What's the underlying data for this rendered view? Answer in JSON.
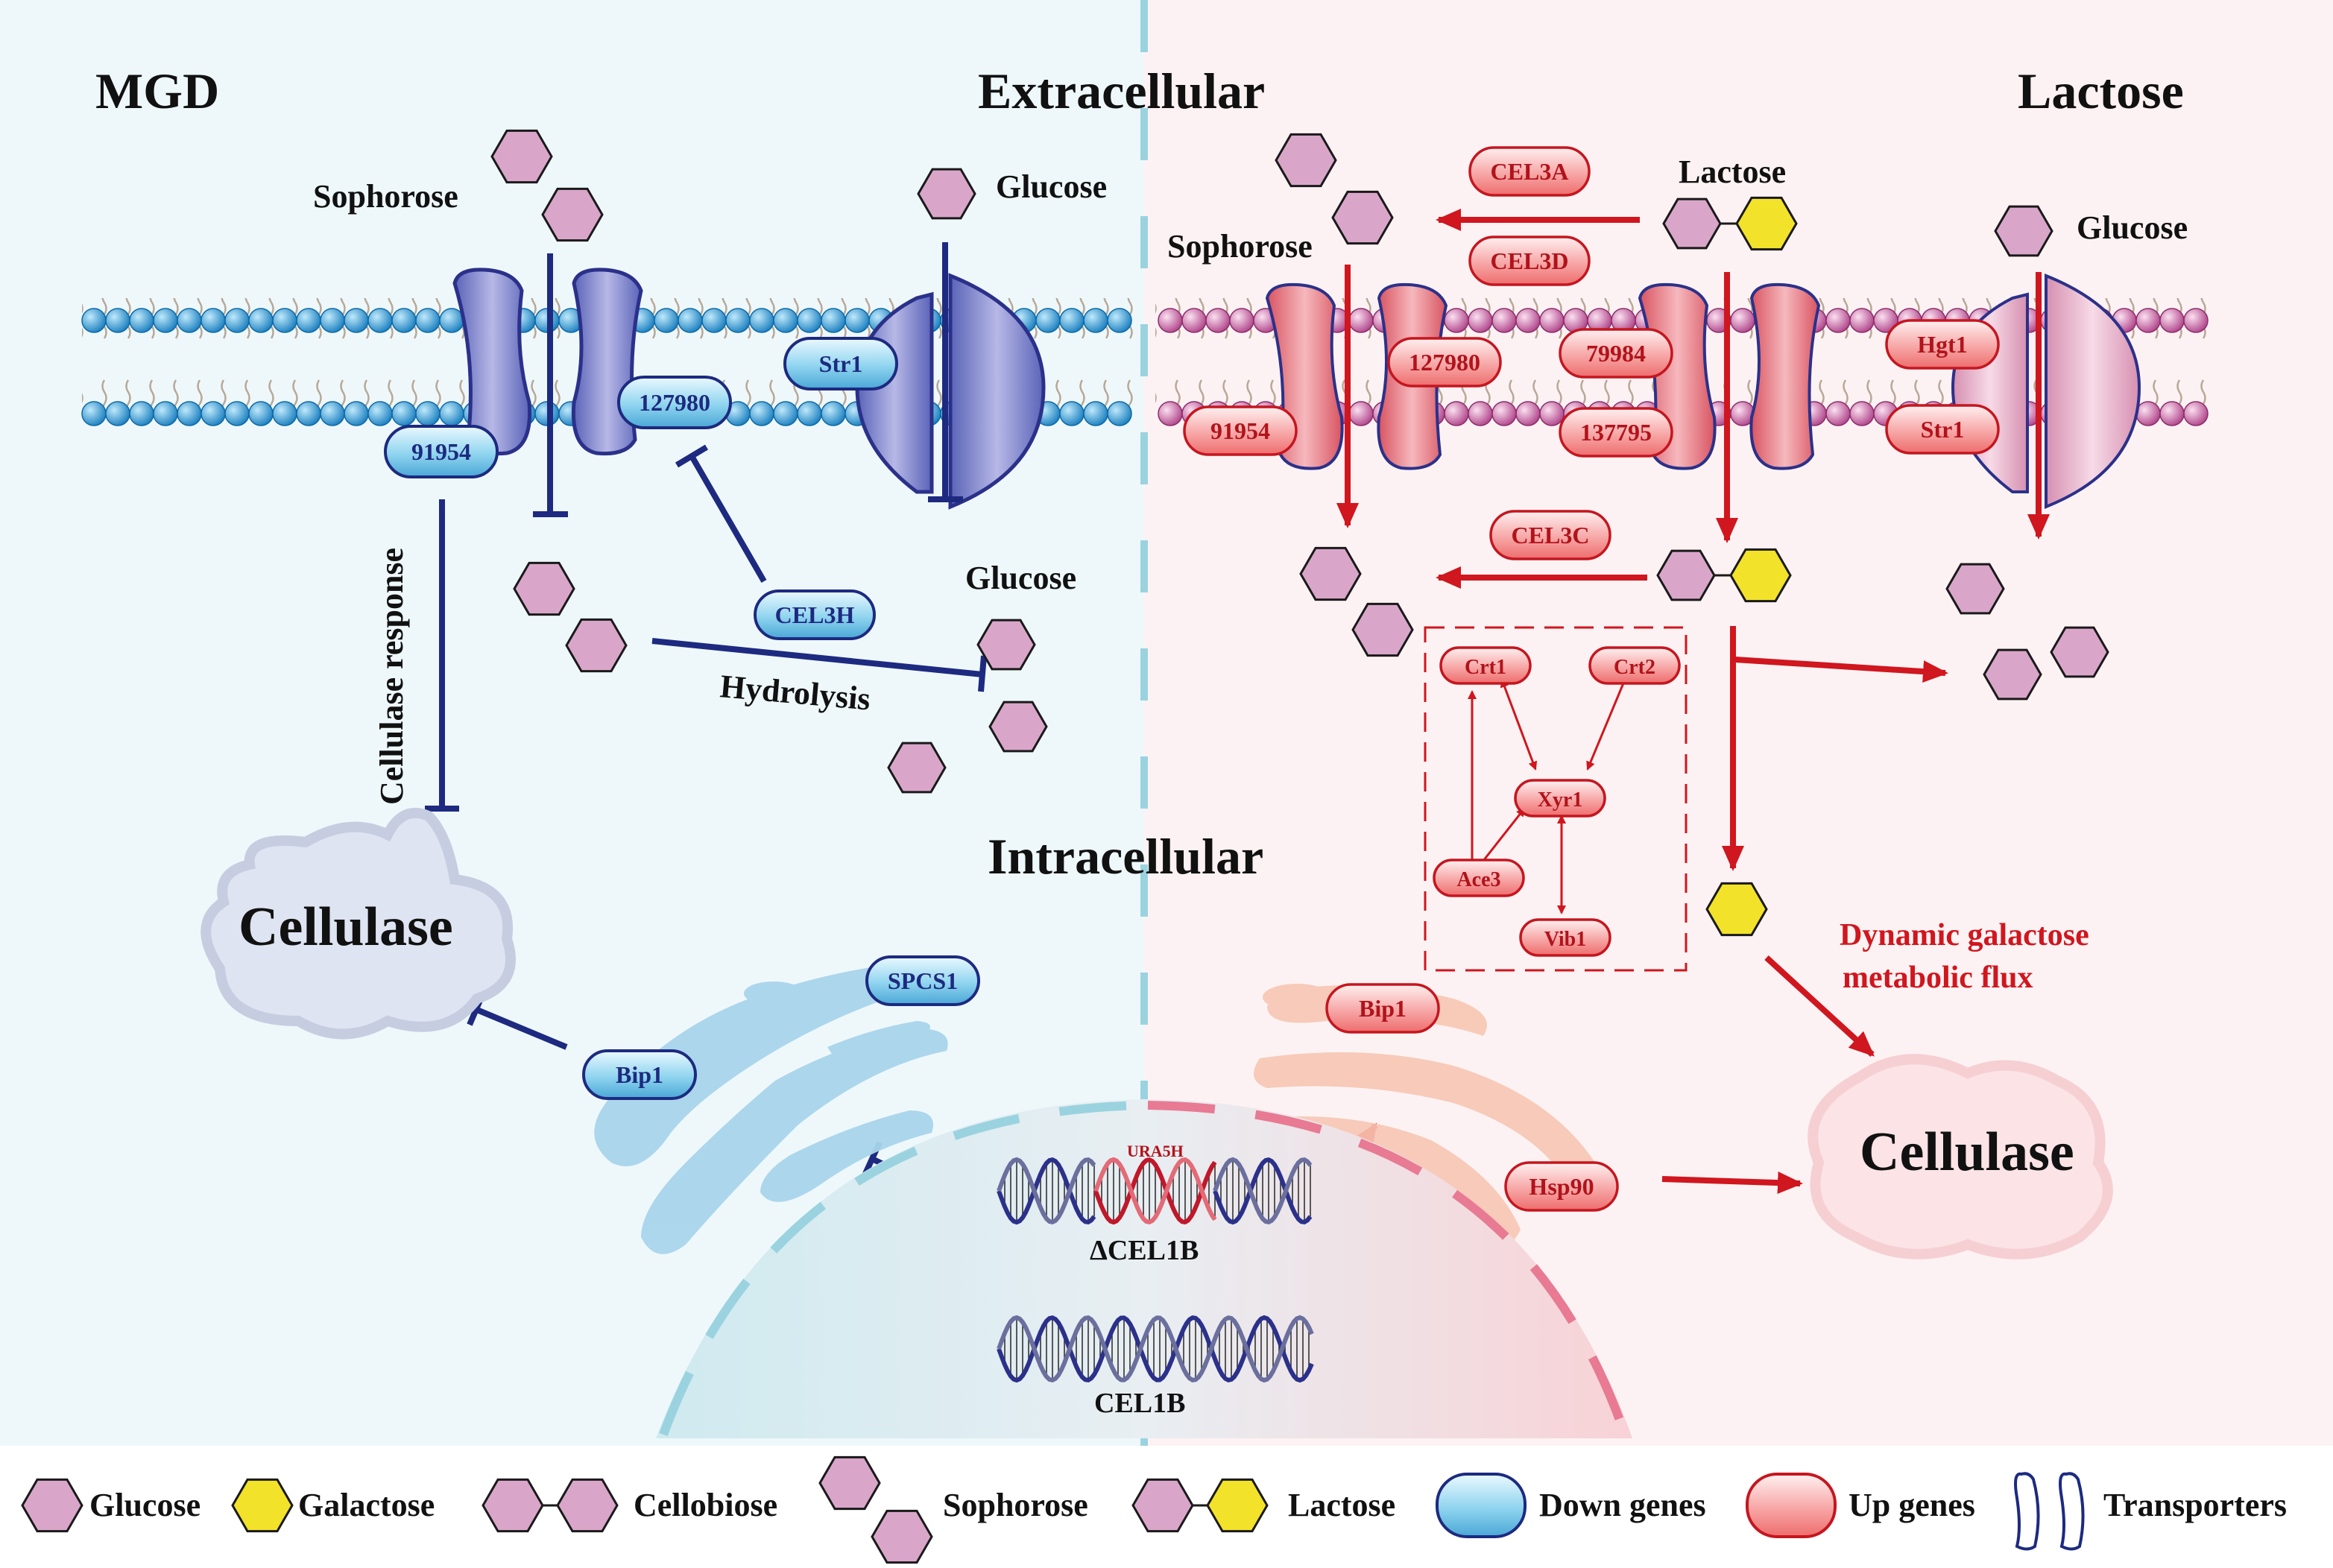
{
  "panels": {
    "left_title": "MGD",
    "center_top": "Extracellular",
    "right_title": "Lactose",
    "center_mid": "Intracellular"
  },
  "left": {
    "sophorose": "Sophorose",
    "glucose_top": "Glucose",
    "glucose_mid": "Glucose",
    "hydrolysis": "Hydrolysis",
    "cellulase_response": "Cellulase response",
    "cellulase": "Cellulase",
    "genes": {
      "g91954": "91954",
      "g127980": "127980",
      "str1": "Str1",
      "cel3h": "CEL3H",
      "spcs1": "SPCS1",
      "bip1": "Bip1"
    }
  },
  "right": {
    "sophorose": "Sophorose",
    "lactose": "Lactose",
    "glucose": "Glucose",
    "flux": [
      "Dynamic galactose",
      "metabolic flux"
    ],
    "cellulase": "Cellulase",
    "genes": {
      "cel3a": "CEL3A",
      "cel3d": "CEL3D",
      "cel3c": "CEL3C",
      "g127980": "127980",
      "g91954": "91954",
      "g79984": "79984",
      "g137795": "137795",
      "hgt1": "Hgt1",
      "str1": "Str1",
      "crt1": "Crt1",
      "crt2": "Crt2",
      "xyr1": "Xyr1",
      "ace3": "Ace3",
      "vib1": "Vib1",
      "bip1": "Bip1",
      "hsp90": "Hsp90"
    }
  },
  "nucleus": {
    "ura5h": "URA5H",
    "dcel1b": "ΔCEL1B",
    "cel1b": "CEL1B"
  },
  "legend": {
    "glucose": "Glucose",
    "galactose": "Galactose",
    "cellobiose": "Cellobiose",
    "sophorose": "Sophorose",
    "lactose": "Lactose",
    "down_genes": "Down genes",
    "up_genes": "Up genes",
    "transporters": "Transporters"
  },
  "colors": {
    "down_theme": "#1d2a80",
    "up_theme": "#d0161e",
    "glucose_fill": "#d9a6c9",
    "galactose_fill": "#f3e22a",
    "left_bg": "#eef8fb",
    "right_bg": "#fdf1f2"
  },
  "icons": {
    "glucose": "hexagon-pink",
    "galactose": "hexagon-yellow",
    "down_gene": "pill-blue",
    "up_gene": "pill-red",
    "transporter": "transporter-outline"
  }
}
